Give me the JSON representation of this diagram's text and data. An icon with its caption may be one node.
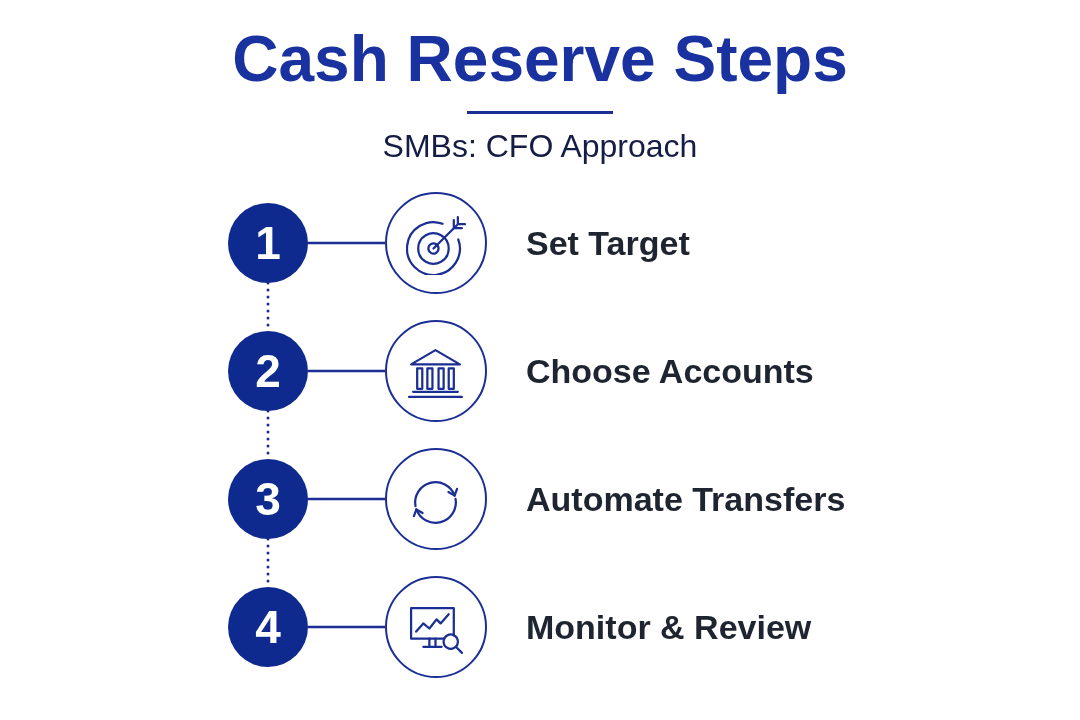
{
  "diagram": {
    "title": "Cash Reserve Steps",
    "nodes": [
      {
        "text": [
          "1"
        ]
      },
      {
        "text": [],
        "shape": "circle",
        "beside": [
          "Set Target"
        ]
      },
      {
        "text": [
          "2"
        ]
      },
      {
        "text": [],
        "shape": "circle",
        "beside": [
          "Choose Accounts"
        ]
      },
      {
        "text": [
          "3"
        ]
      },
      {
        "text": [],
        "shape": "circle",
        "beside": [
          "Automate Transfers"
        ]
      },
      {
        "text": [
          "4"
        ]
      },
      {
        "text": [],
        "shape": "circle",
        "beside": [
          "Monitor & Review"
        ]
      }
    ],
    "edges": [
      {
        "from": 0,
        "to": 1,
        "arrow": "none"
      },
      {
        "from": 0,
        "to": 2,
        "arrow": "none",
        "style": "dashed"
      },
      {
        "from": 2,
        "to": 3,
        "arrow": "none"
      },
      {
        "from": 2,
        "to": 4,
        "arrow": "none",
        "style": "dashed"
      },
      {
        "from": 4,
        "to": 5,
        "arrow": "none"
      },
      {
        "from": 4,
        "to": 6,
        "arrow": "none",
        "style": "dashed"
      },
      {
        "from": 6,
        "to": 7,
        "arrow": "none"
      }
    ],
    "labels": [
      "SMBs: CFO Approach"
    ]
  }
}
